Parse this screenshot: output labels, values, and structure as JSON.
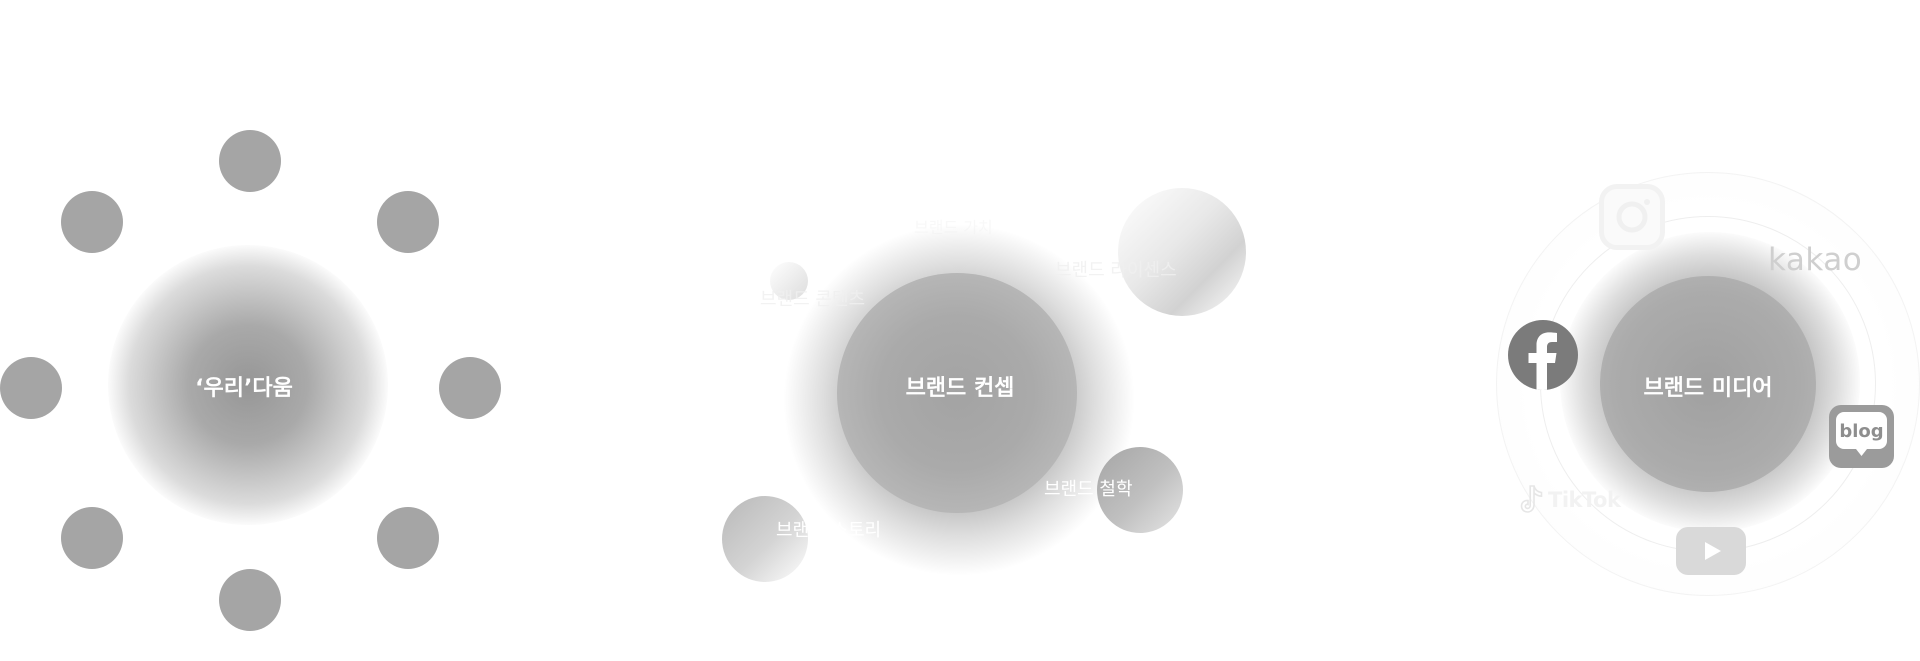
{
  "groups": {
    "woori": {
      "center_label": "‘우리’다움"
    },
    "brand_concept": {
      "center_label": "브랜드 컨셉",
      "satellites": [
        {
          "label": "브랜드 라이센스"
        },
        {
          "label": "브랜드 콘텐츠"
        },
        {
          "label": "브랜드 철학"
        },
        {
          "label": "브랜드 스토리"
        },
        {
          "label": "브랜드 가치"
        }
      ]
    },
    "brand_media": {
      "center_label": "브랜드 미디어",
      "channels": {
        "instagram": "instagram-icon",
        "kakao": "kakao",
        "facebook": "facebook-icon",
        "blog": "blog",
        "tiktok": "TikTok",
        "youtube": "youtube-icon"
      }
    }
  },
  "colors": {
    "dot": "#a5a5a5",
    "facebook": "#7b7b7b",
    "blog": "#9b9b9b",
    "youtube": "#d9d9d9"
  }
}
